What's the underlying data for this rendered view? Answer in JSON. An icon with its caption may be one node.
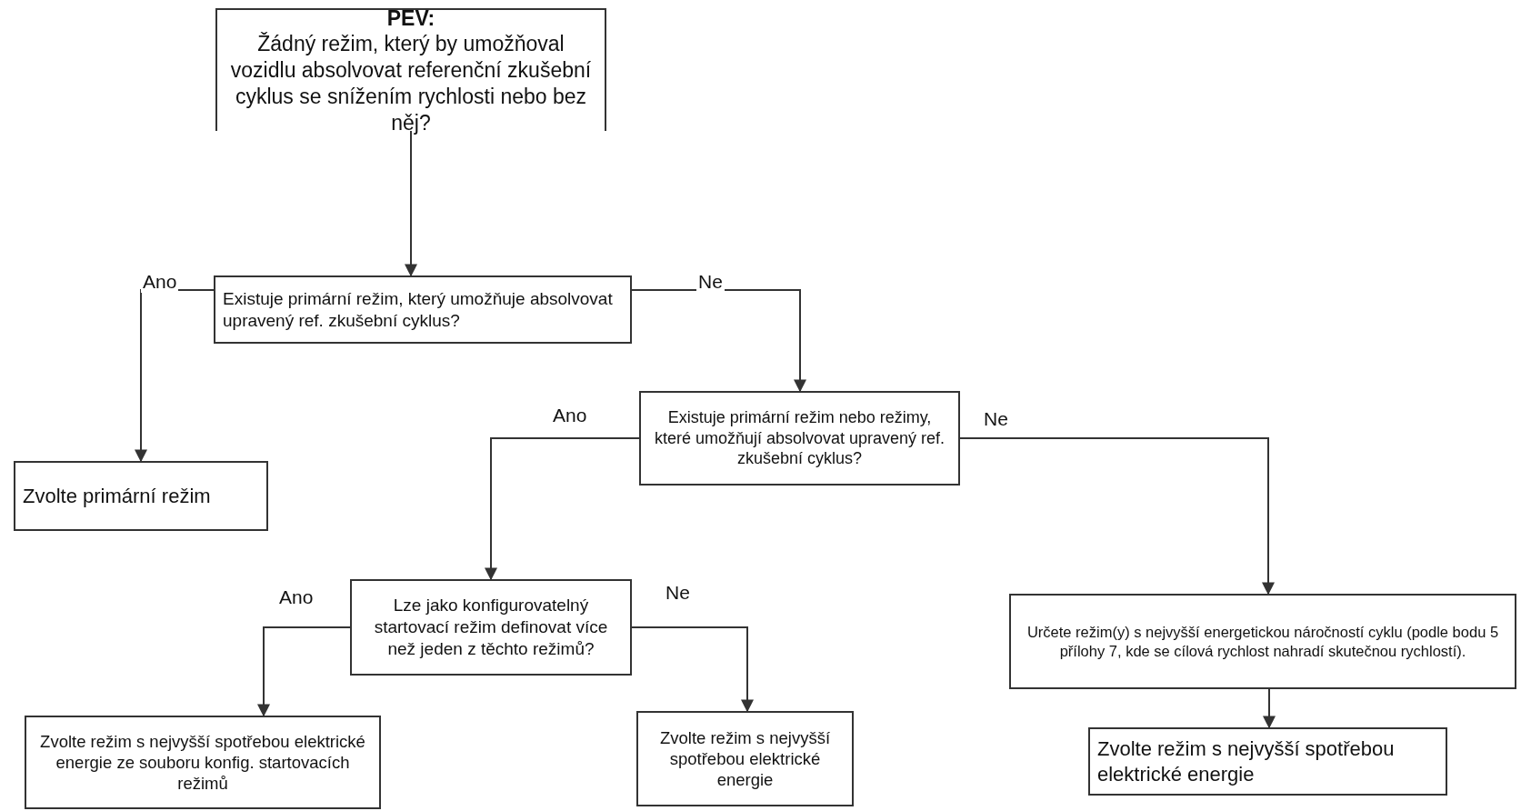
{
  "diagram": {
    "nodes": [
      {
        "text": [
          "PEV:",
          "Žádný režim, který by umožňoval vozidlu absolvovat referenční zkušební cyklus se snížením rychlosti nebo bez něj?"
        ]
      },
      {
        "text": [
          "Existuje primární režim, který umožňuje absolvovat upravený ref. zkušební cyklus?"
        ]
      },
      {
        "text": [
          "Zvolte primární režim"
        ]
      },
      {
        "text": [
          "Existuje primární režim nebo režimy, které umožňují absolvovat upravený ref. zkušební cyklus?"
        ]
      },
      {
        "text": [
          "Lze jako konfigurovatelný startovací režim definovat více než jeden z těchto režimů?"
        ]
      },
      {
        "text": [
          "Určete režim(y) s nejvyšší energetickou náročností cyklu (podle bodu 5 přílohy 7, kde se cílová rychlost nahradí skutečnou rychlostí)."
        ]
      },
      {
        "text": [
          "Zvolte režim s nejvyšší spotřebou elektrické energie ze souboru konfig. startovacích režimů"
        ]
      },
      {
        "text": [
          "Zvolte režim s nejvyšší spotřebou elektrické energie"
        ]
      },
      {
        "text": [
          "Zvolte režim s nejvyšší spotřebou elektrické energie"
        ]
      }
    ],
    "edges": [
      {
        "from": 0,
        "to": 1,
        "arrow": "to"
      },
      {
        "from": 1,
        "to": 2,
        "arrow": "to",
        "label": "Ano"
      },
      {
        "from": 1,
        "to": 3,
        "arrow": "to",
        "label": "Ne"
      },
      {
        "from": 3,
        "to": 4,
        "arrow": "to",
        "label": "Ano"
      },
      {
        "from": 3,
        "to": 5,
        "arrow": "to",
        "label": "Ne"
      },
      {
        "from": 4,
        "to": 6,
        "arrow": "to",
        "label": "Ano"
      },
      {
        "from": 4,
        "to": 7,
        "arrow": "to",
        "label": "Ne"
      },
      {
        "from": 5,
        "to": 8,
        "arrow": "to"
      }
    ]
  }
}
